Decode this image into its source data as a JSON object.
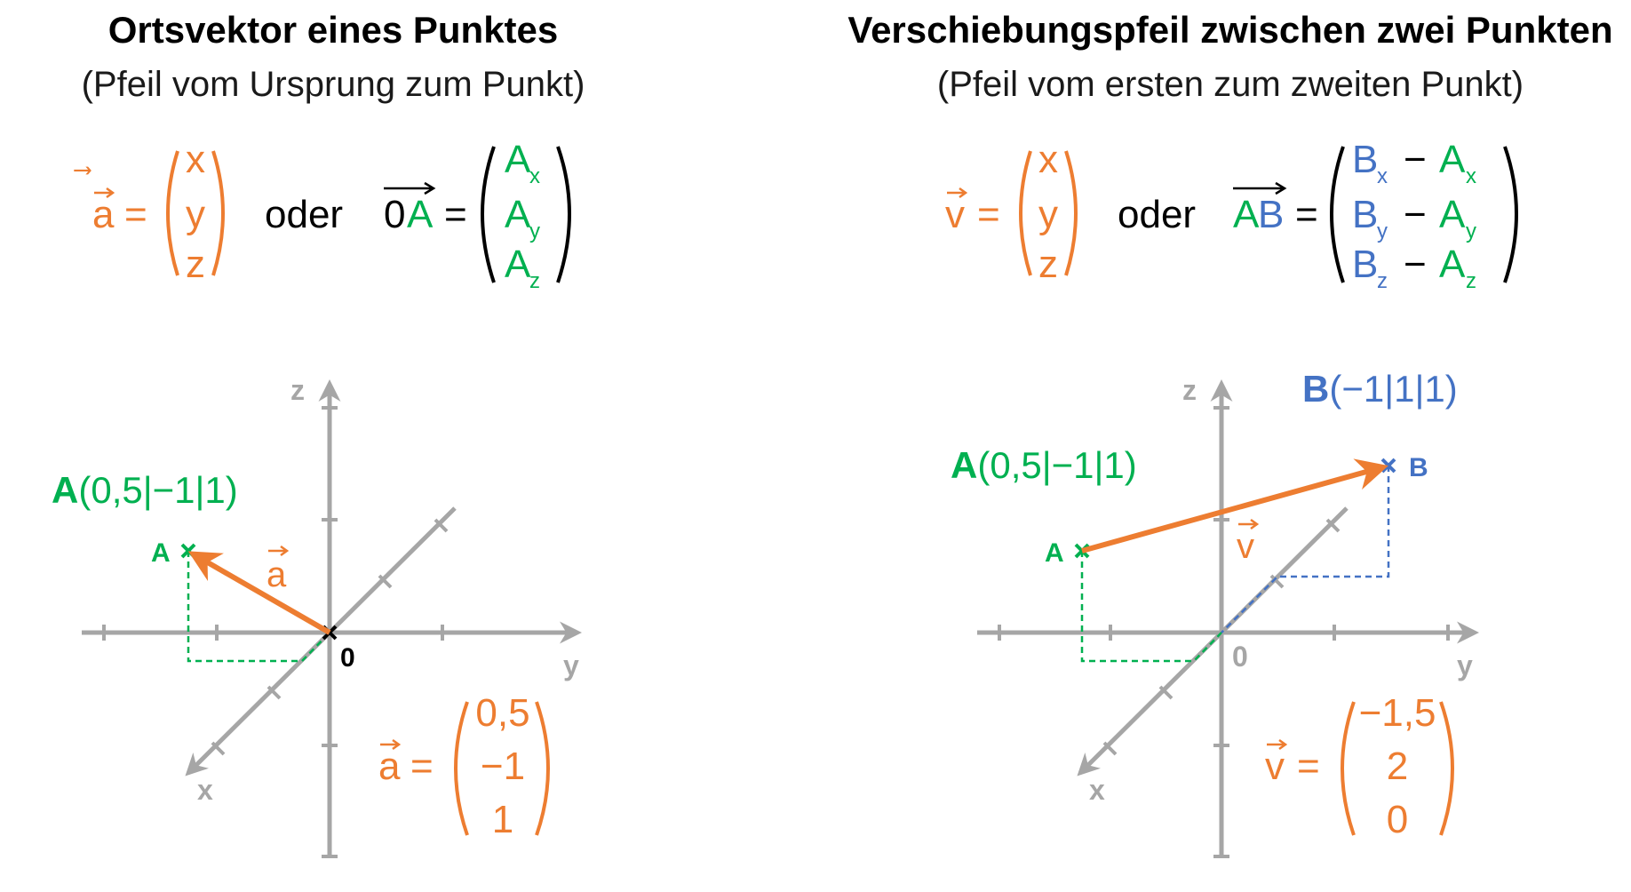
{
  "colors": {
    "orange": "#ED7D31",
    "green": "#00B050",
    "blue": "#4472C4",
    "axis": "#A6A6A6",
    "black": "#000000"
  },
  "left": {
    "title": "Ortsvektor eines Punktes",
    "subtitle": "(Pfeil vom Ursprung zum Punkt)",
    "vec_name": "a",
    "equals": "=",
    "comp_x": "x",
    "comp_y": "y",
    "comp_z": "z",
    "oder": "oder",
    "origin_vec_0": "0",
    "origin_vec_A": "A",
    "A_base": "A",
    "sub_x": "x",
    "sub_y": "y",
    "sub_z": "z",
    "axis_z": "z",
    "axis_y": "y",
    "axis_x": "x",
    "origin": "0",
    "point_label": "A",
    "point_bold": "A",
    "point_coords": "(0,5|−1|1)",
    "arrow_label": "a",
    "result_name": "a",
    "result_values": [
      "0,5",
      "−1",
      "1"
    ]
  },
  "right": {
    "title": "Verschiebungspfeil zwischen zwei Punkten",
    "subtitle": "(Pfeil vom ersten zum zweiten Punkt)",
    "vec_name": "v",
    "equals": "=",
    "comp_x": "x",
    "comp_y": "y",
    "comp_z": "z",
    "oder": "oder",
    "AB_A": "A",
    "AB_B": "B",
    "B_base": "B",
    "A_base": "A",
    "minus": "−",
    "sub_x": "x",
    "sub_y": "y",
    "sub_z": "z",
    "axis_z": "z",
    "axis_y": "y",
    "axis_x": "x",
    "origin": "0",
    "pointA_label": "A",
    "pointB_label": "B",
    "pointA_bold": "A",
    "pointA_coords": "(0,5|−1|1)",
    "pointB_bold": "B",
    "pointB_coords": "(−1|1|1)",
    "arrow_label": "v",
    "result_name": "v",
    "result_values": [
      "−1,5",
      "2",
      "0"
    ]
  }
}
